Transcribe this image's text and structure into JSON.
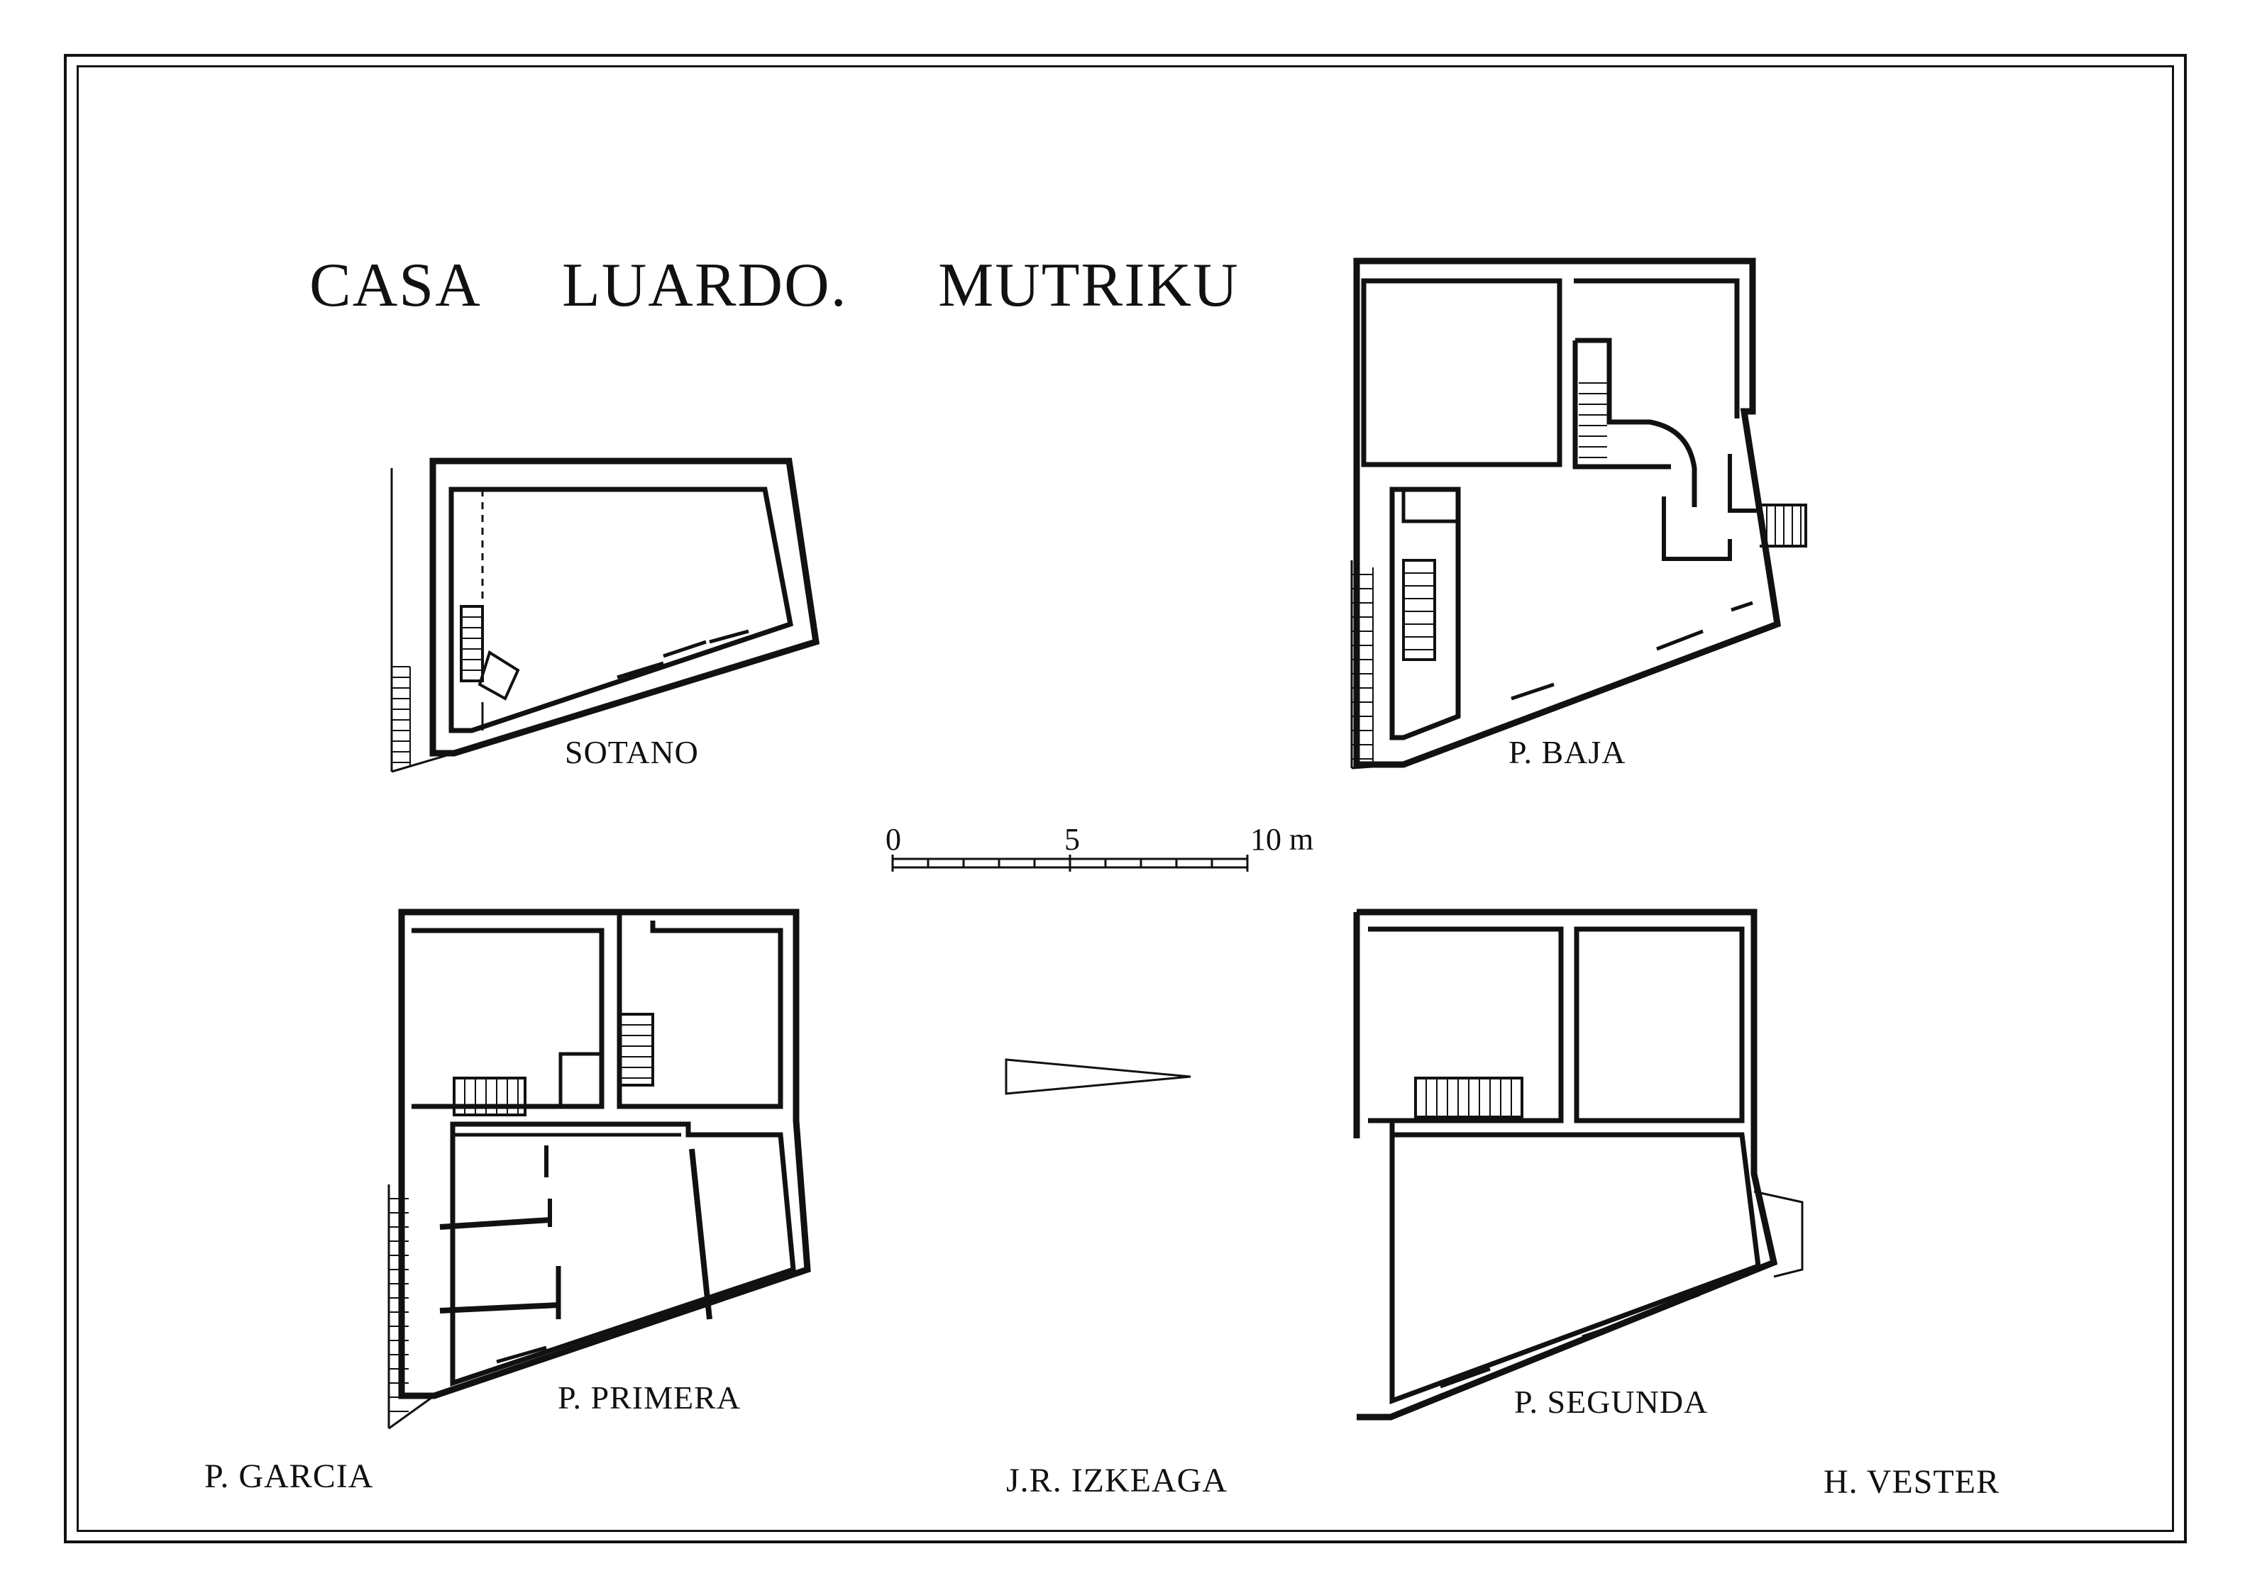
{
  "sheet": {
    "title_part1": "CASA",
    "title_part2": "LUARDO.",
    "title_part3": "MUTRIKU"
  },
  "plans": {
    "sotano": "SOTANO",
    "baja": "P.  BAJA",
    "primera": "P.  PRIMERA",
    "segunda": "P.  SEGUNDA"
  },
  "scale": {
    "tick_0": "0",
    "tick_5": "5",
    "tick_10": "10  m"
  },
  "credits": {
    "left": "P. GARCIA",
    "center": "J.R. IZKEAGA",
    "right": "H. VESTER"
  },
  "colors": {
    "ink": "#111111",
    "paper": "#ffffff"
  },
  "icons": {
    "north": "north-arrow-icon"
  }
}
